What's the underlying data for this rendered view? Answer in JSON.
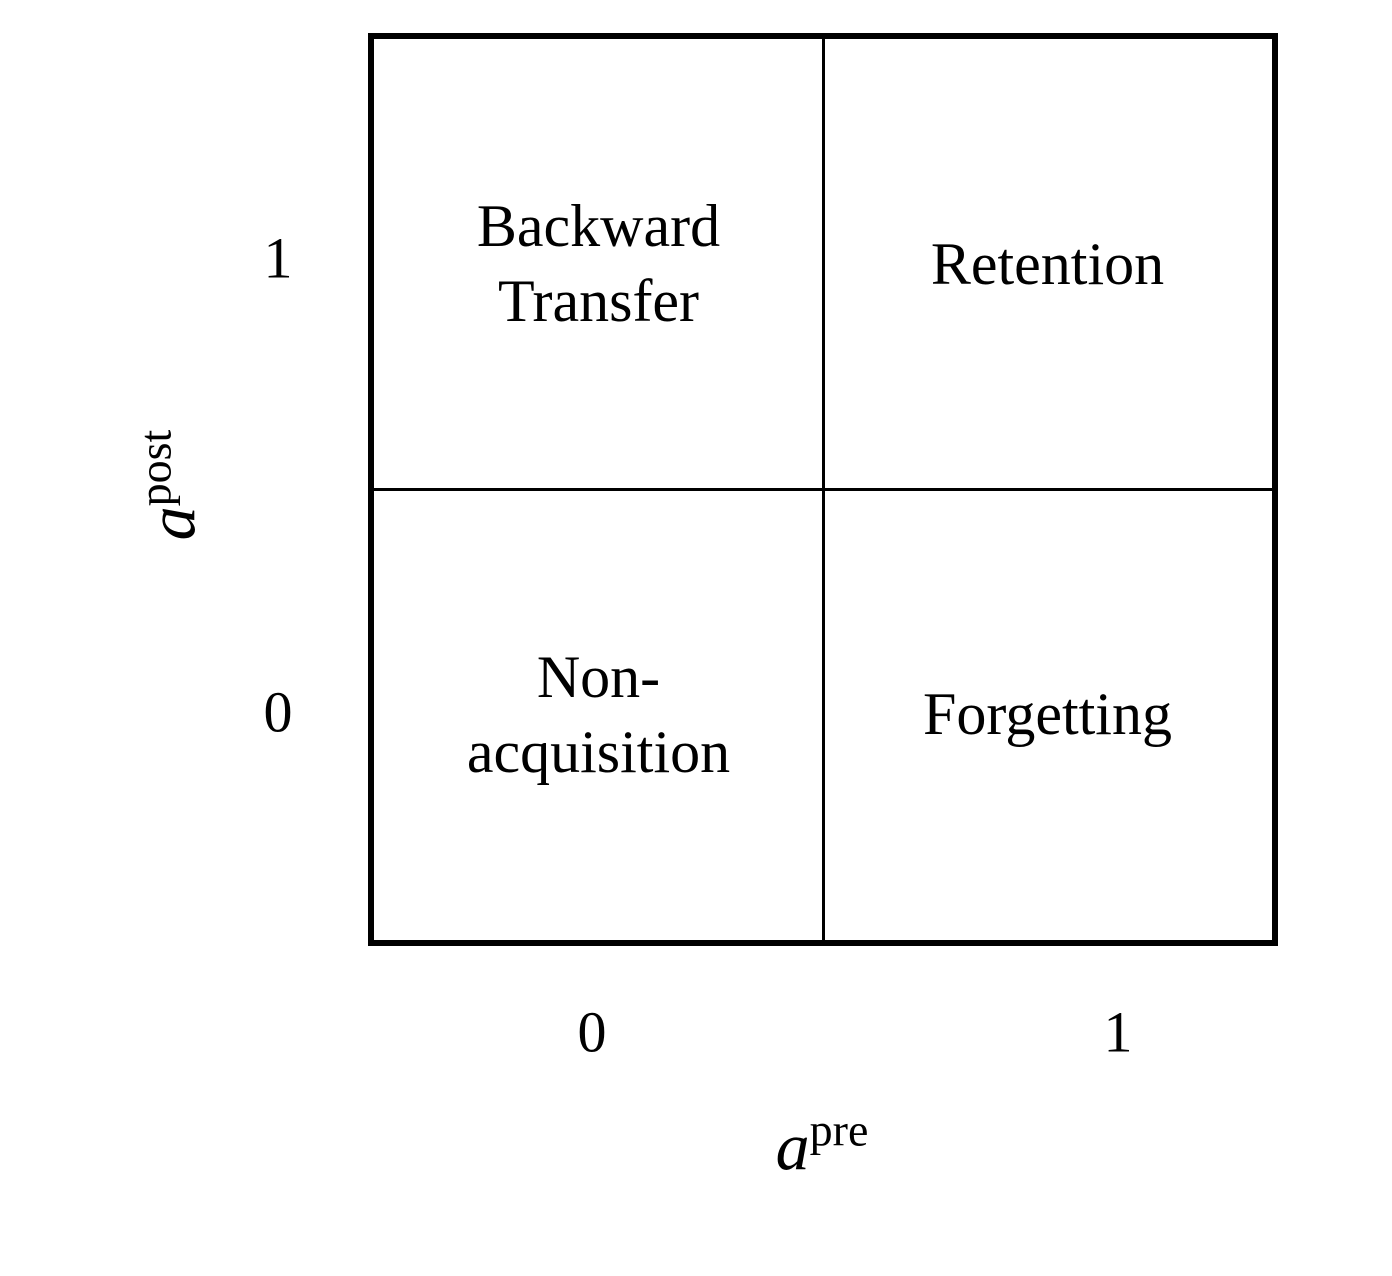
{
  "diagram": {
    "type": "quadrant-matrix",
    "quadrants": [
      {
        "position": "top-left",
        "line1": "Backward",
        "line2": "Transfer"
      },
      {
        "position": "top-right",
        "line1": "Retention",
        "line2": ""
      },
      {
        "position": "bottom-left",
        "line1": "Non-",
        "line2": "acquisition"
      },
      {
        "position": "bottom-right",
        "line1": "Forgetting",
        "line2": ""
      }
    ],
    "y_axis": {
      "label_base": "a",
      "label_sup": "post",
      "tick_top": "1",
      "tick_bottom": "0"
    },
    "x_axis": {
      "label_base": "a",
      "label_sup": "pre",
      "tick_left": "0",
      "tick_right": "1"
    },
    "colors": {
      "background": "#ffffff",
      "line": "#000000",
      "text": "#000000"
    }
  }
}
